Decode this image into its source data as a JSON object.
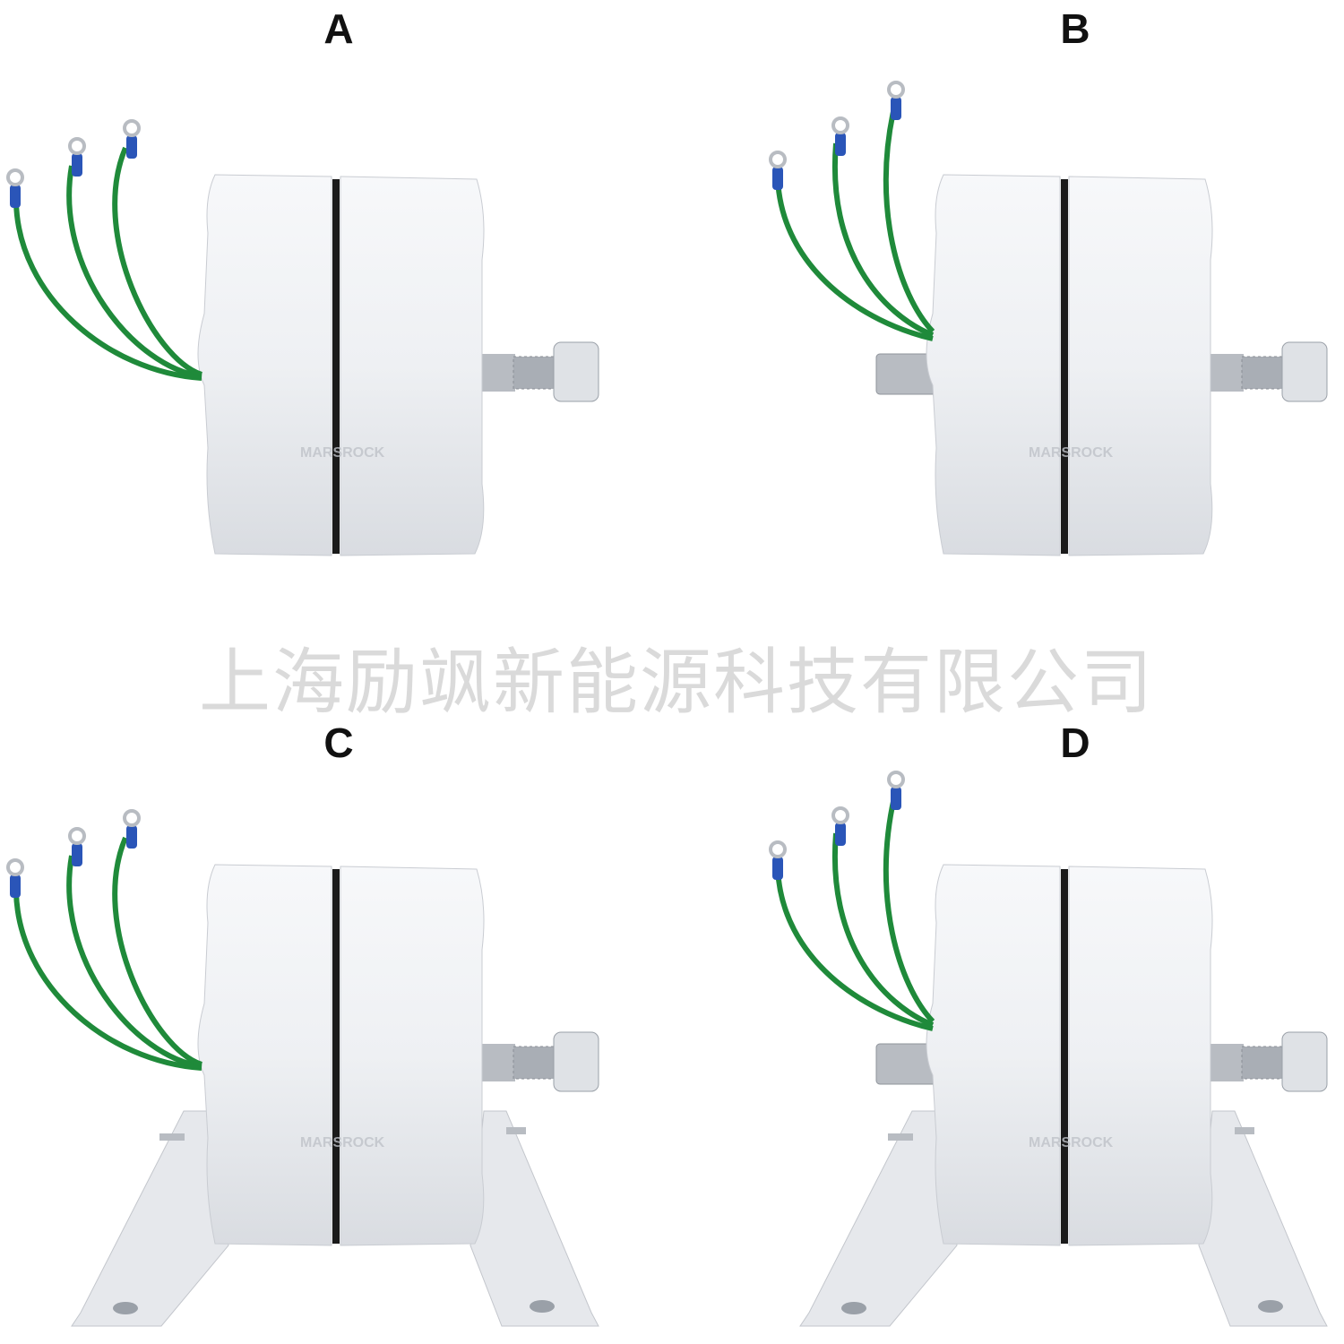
{
  "panels": [
    {
      "label": "A",
      "rear_shaft": false,
      "base": false
    },
    {
      "label": "B",
      "rear_shaft": true,
      "base": false
    },
    {
      "label": "C",
      "rear_shaft": false,
      "base": true
    },
    {
      "label": "D",
      "rear_shaft": true,
      "base": true
    }
  ],
  "watermark": "上海励飒新能源科技有限公司",
  "logo_text": "MARSROCK",
  "colors": {
    "body": "#eef0f3",
    "shadow": "#c9ccd2",
    "wire": "#1f8a3a",
    "terminal": "#2a55b8",
    "seam": "#1a1a1a",
    "steel": "#b8bcc2"
  }
}
